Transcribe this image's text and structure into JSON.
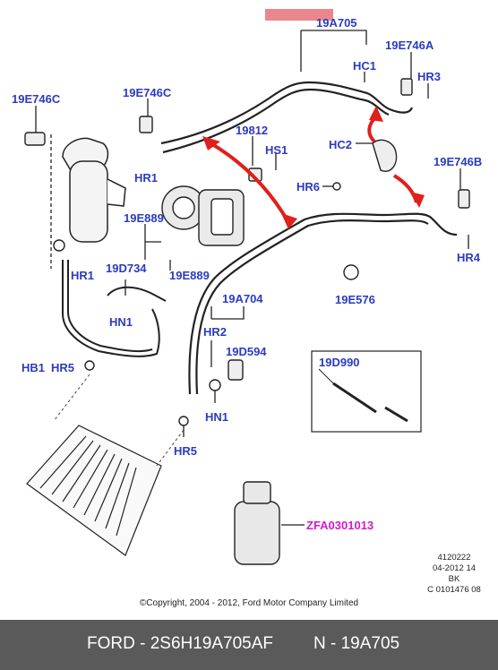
{
  "labels": {
    "l_19a705": "19A705",
    "l_19e746a": "19E746A",
    "l_hc1": "HC1",
    "l_hr3": "HR3",
    "l_19e746c_l": "19E746C",
    "l_19e746c_m": "19E746C",
    "l_19812": "19812",
    "l_hs1": "HS1",
    "l_hc2": "HC2",
    "l_19e746b": "19E746B",
    "l_hr1_top": "HR1",
    "l_hr6": "HR6",
    "l_19e889_a": "19E889",
    "l_hr4": "HR4",
    "l_hr1_left": "HR1",
    "l_19d734": "19D734",
    "l_19e889_b": "19E889",
    "l_19e576": "19E576",
    "l_19a704": "19A704",
    "l_hn1_a": "HN1",
    "l_hr2": "HR2",
    "l_19d594": "19D594",
    "l_hb1": "HB1",
    "l_hr5_a": "HR5",
    "l_19d990": "19D990",
    "l_hn1_b": "HN1",
    "l_hr5_b": "HR5",
    "l_zfa": "ZFA0301013"
  },
  "meta": {
    "line1": "4120222",
    "line2": "04-2012 14",
    "line3": "BK",
    "line4": "C 0101476 08"
  },
  "copyright": "©Copyright, 2004 - 2012, Ford Motor Company Limited",
  "footer": {
    "part_number": "FORD - 2S6H19A705AF",
    "reference": "N - 19A705"
  },
  "colors": {
    "label": "#2b3bbf",
    "highlight_label": "#d21bc8",
    "arrow": "#e0201b",
    "footer_bg": "#5a5a5a",
    "header_bar": "#e9878c"
  }
}
